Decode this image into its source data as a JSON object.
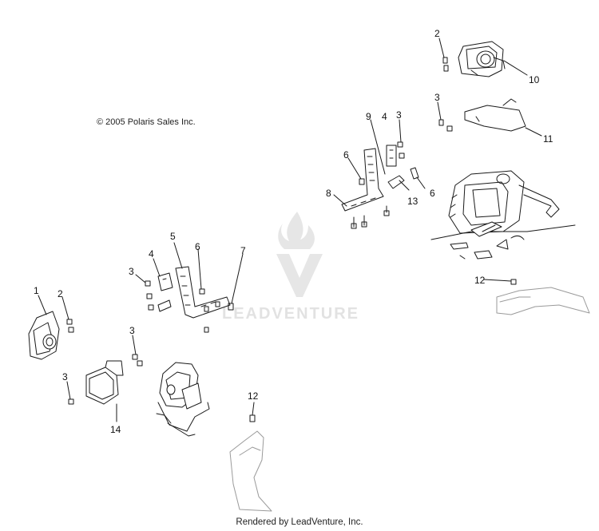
{
  "copyright": "© 2005 Polaris Sales Inc.",
  "footer": "Rendered by LeadVenture, Inc.",
  "watermark": {
    "text": "LEADVENTURE",
    "color": "#e2e2e2"
  },
  "callouts": {
    "c1": "1",
    "c2a": "2",
    "c2b": "2",
    "c3a": "3",
    "c3b": "3",
    "c3c": "3",
    "c3d": "3",
    "c3e": "3",
    "c4a": "4",
    "c4b": "4",
    "c5": "5",
    "c6a": "6",
    "c6b": "6",
    "c6c": "6",
    "c7": "7",
    "c8": "8",
    "c9": "9",
    "c10": "10",
    "c11": "11",
    "c12a": "12",
    "c12b": "12",
    "c13": "13",
    "c14": "14"
  },
  "colors": {
    "line": "#1a1a1a",
    "light_line": "#9a9a9a",
    "watermark": "#e2e2e2"
  }
}
